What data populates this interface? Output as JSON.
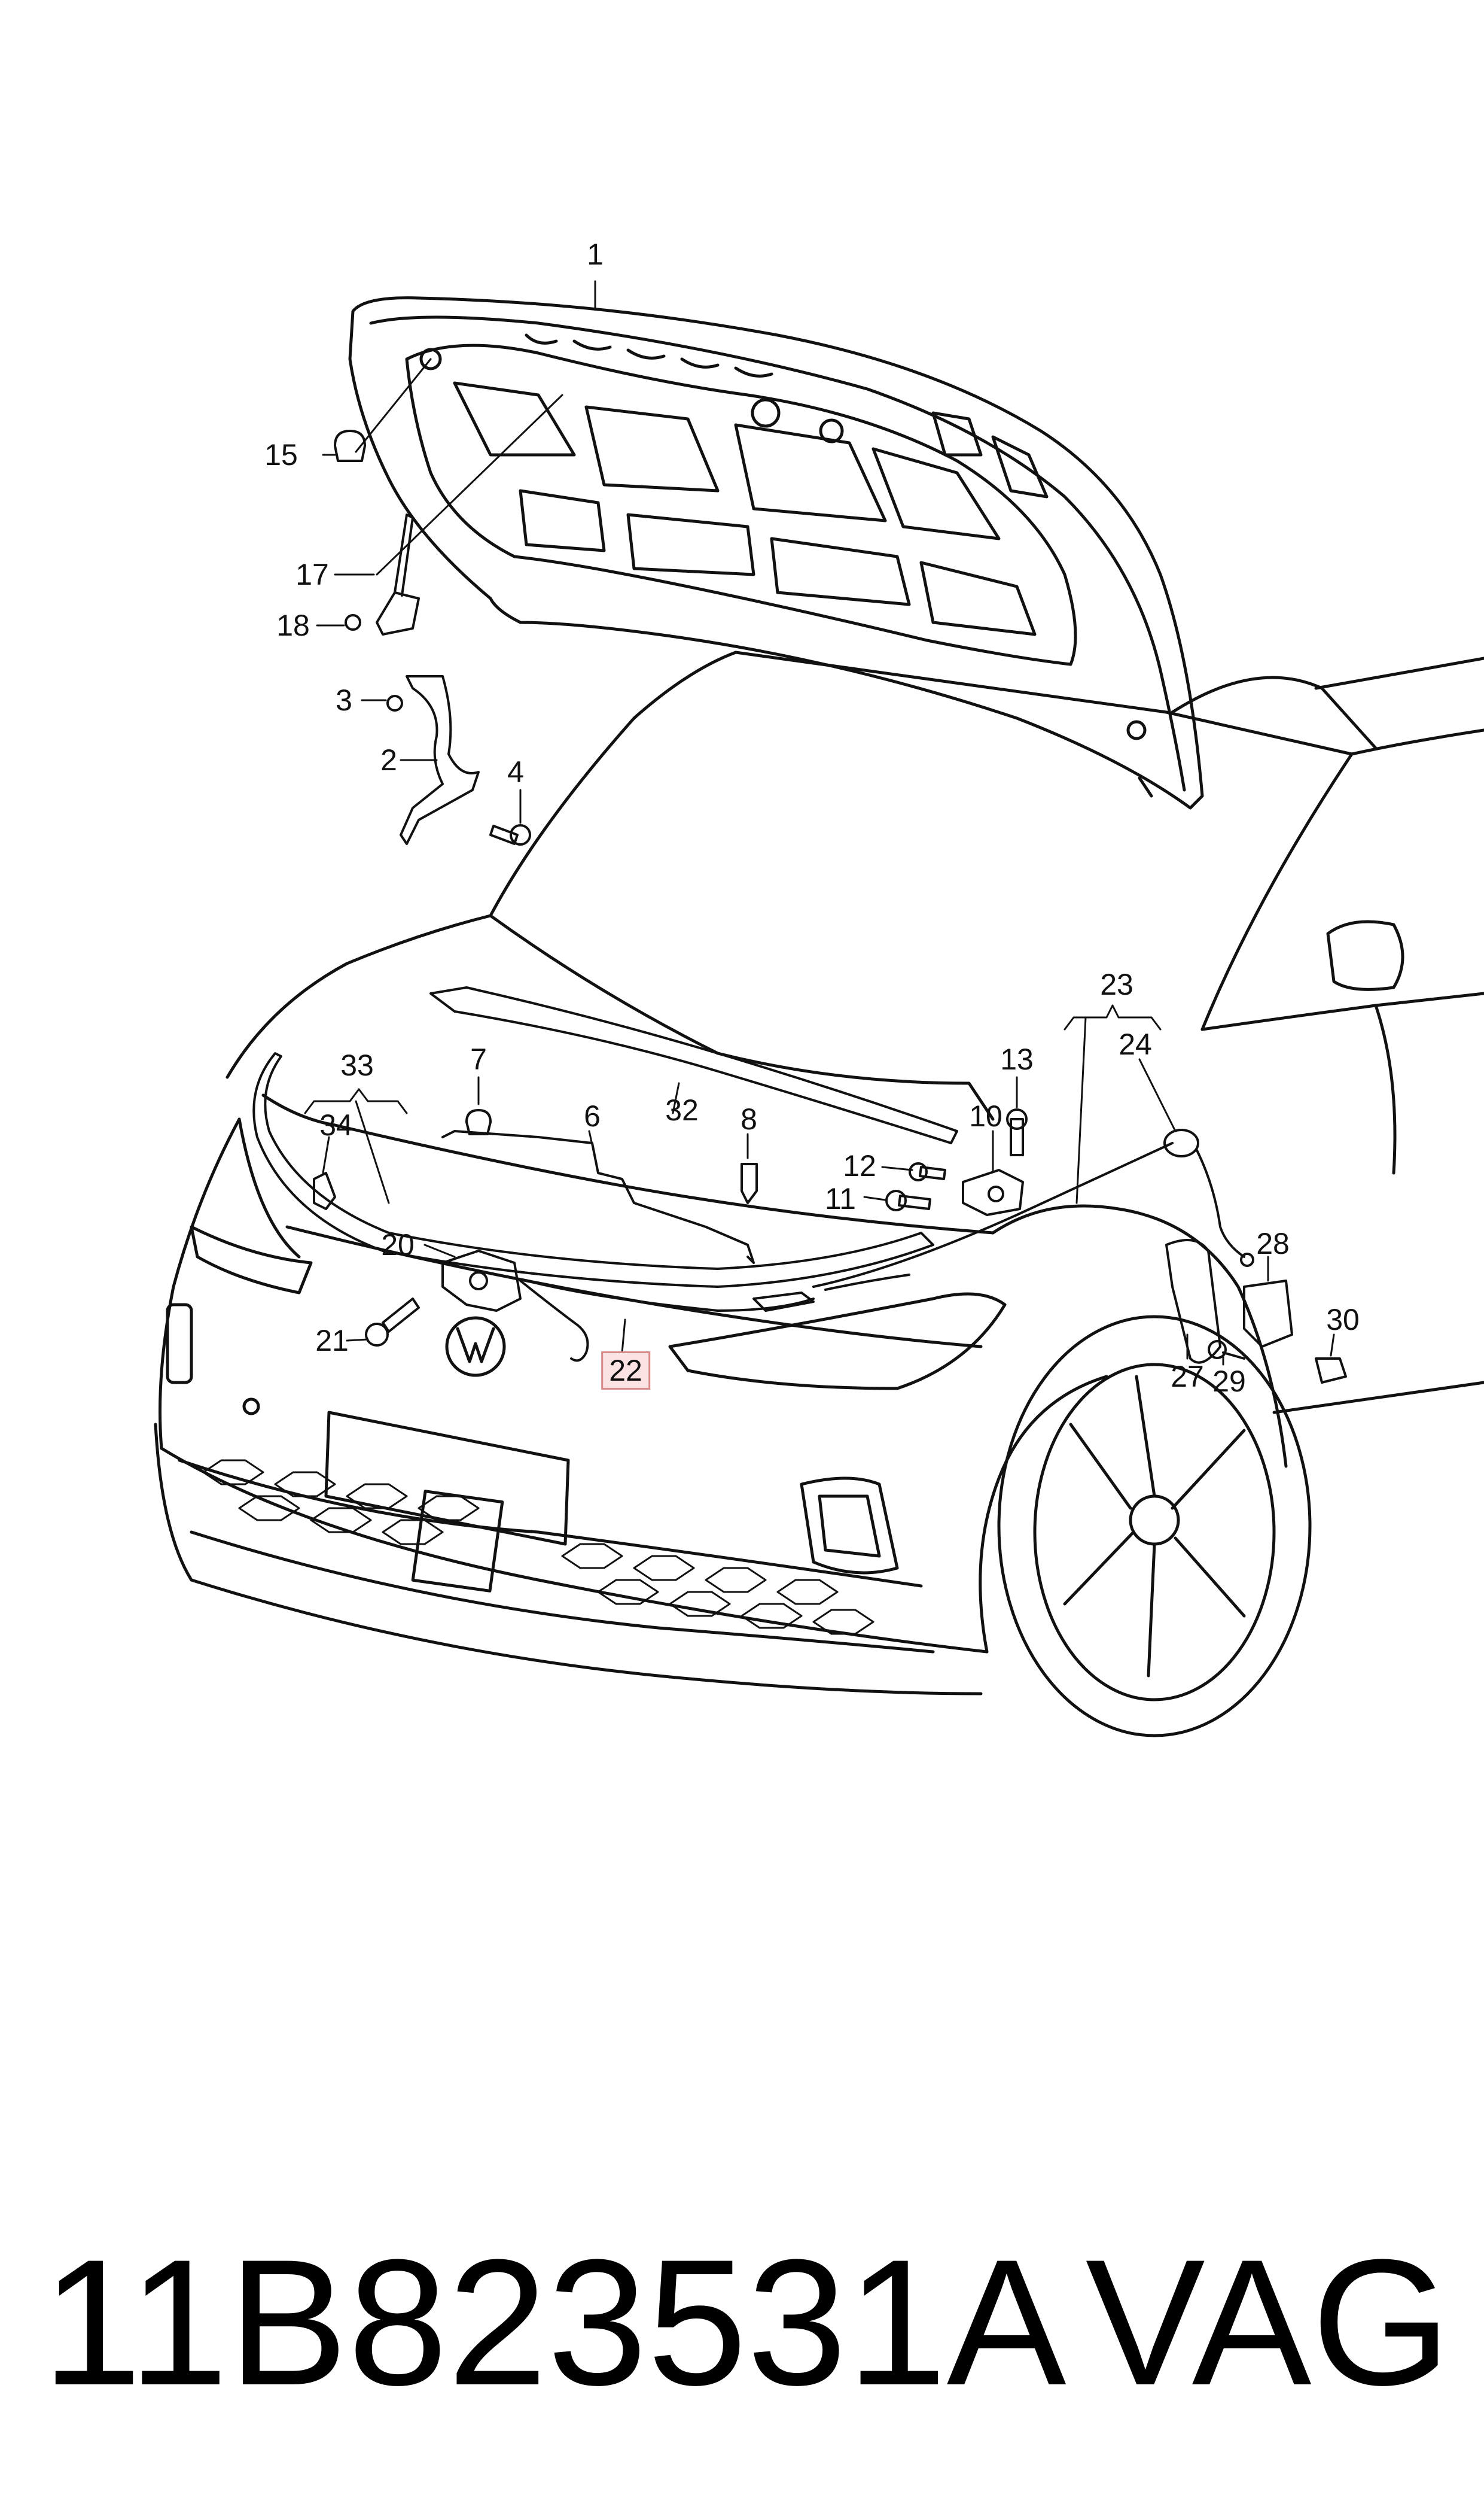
{
  "diagram": {
    "callouts": [
      "1",
      "15",
      "17",
      "18",
      "3",
      "2",
      "4",
      "33",
      "34",
      "7",
      "6",
      "32",
      "8",
      "23",
      "24",
      "13",
      "10",
      "12",
      "11",
      "20",
      "21",
      "22",
      "28",
      "27",
      "29",
      "30"
    ],
    "highlighted": "22"
  },
  "footer": {
    "part_number": "11B823531A",
    "brand": "VAG"
  }
}
